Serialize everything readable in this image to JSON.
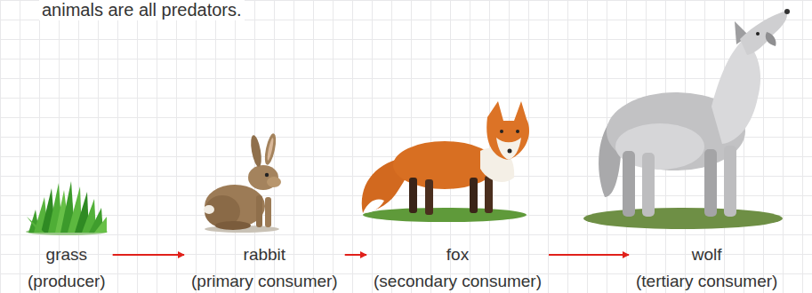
{
  "diagram": {
    "nodes": [
      {
        "text": [
          "grass",
          "(producer)"
        ]
      },
      {
        "text": [
          "rabbit",
          "(primary consumer)"
        ]
      },
      {
        "text": [
          "fox",
          "(secondary consumer)"
        ]
      },
      {
        "text": [
          "wolf",
          "(tertiary consumer)"
        ]
      }
    ],
    "edges": [
      {
        "from": 0,
        "to": 1,
        "arrow": "to"
      },
      {
        "from": 1,
        "to": 2,
        "arrow": "to"
      },
      {
        "from": 2,
        "to": 3,
        "arrow": "to"
      }
    ],
    "labels": [
      "animals are all predators."
    ]
  }
}
